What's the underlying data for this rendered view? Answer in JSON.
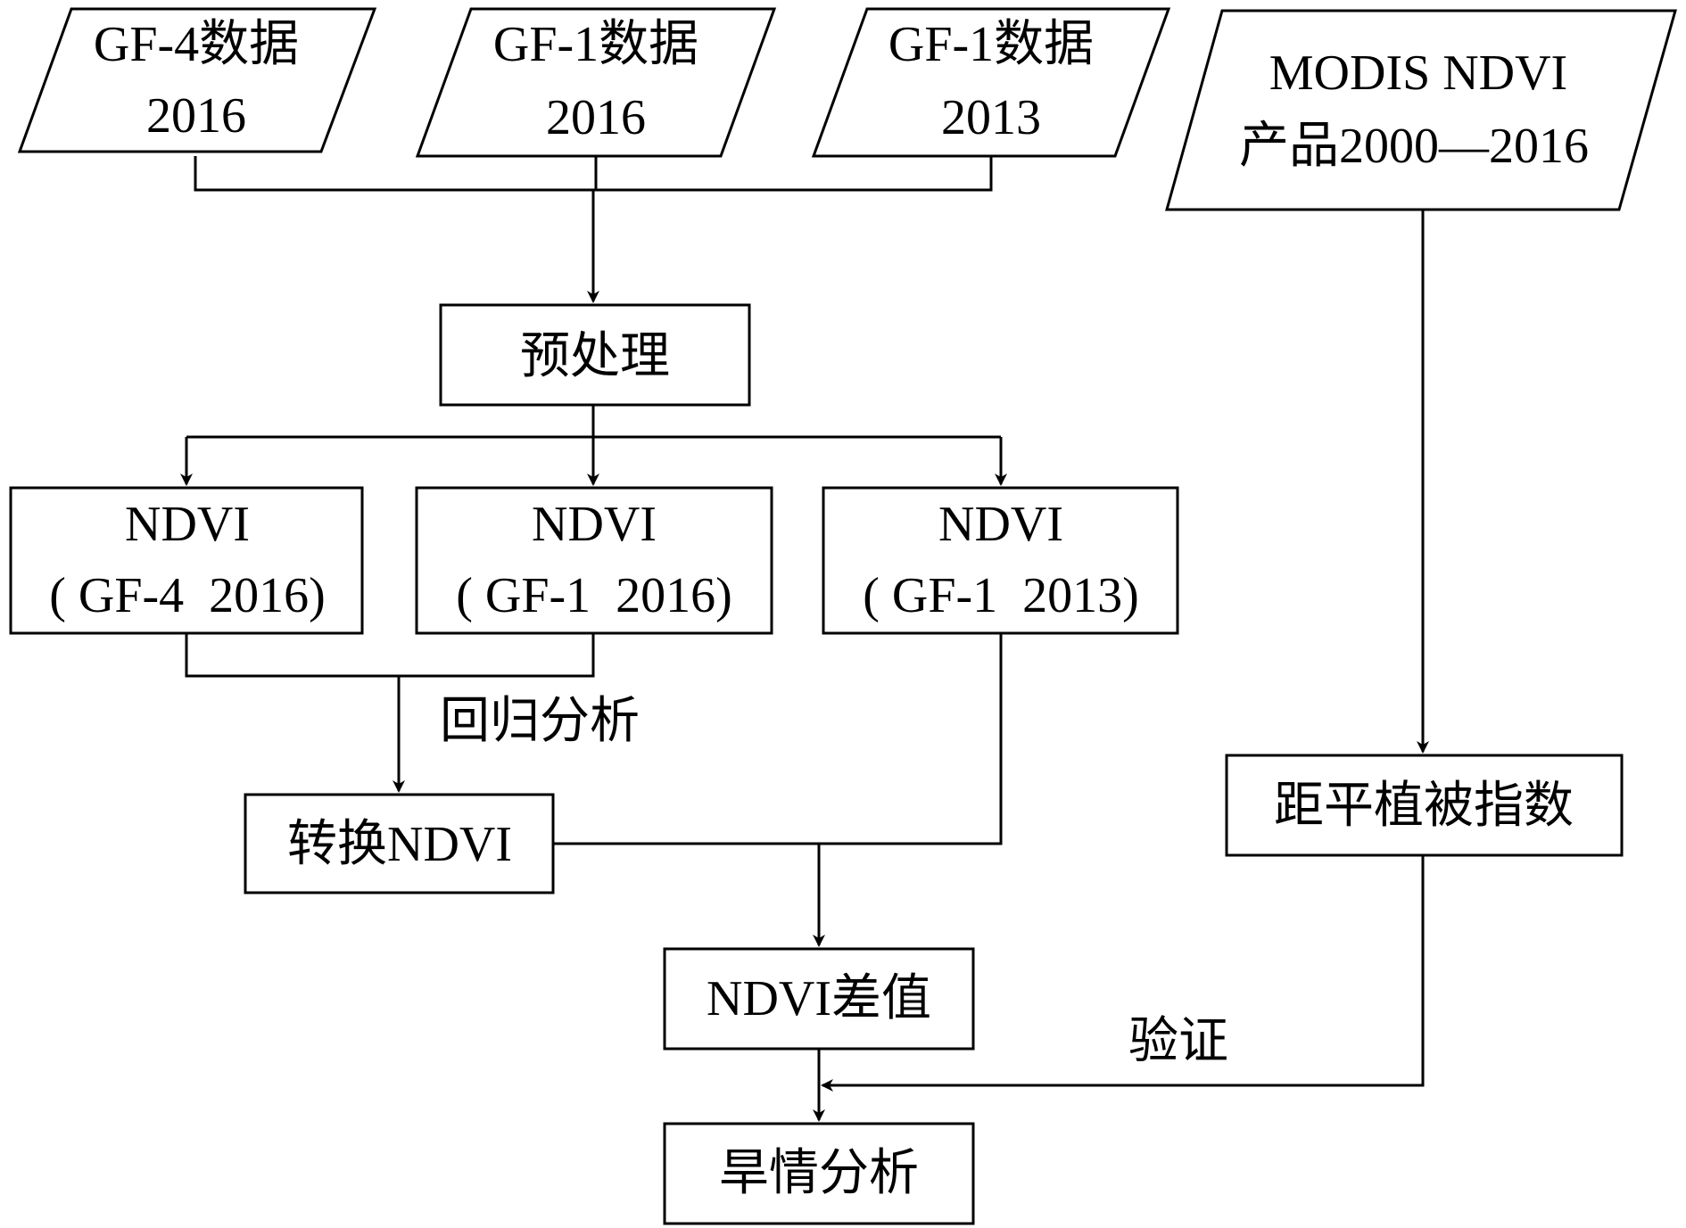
{
  "nodes": {
    "gf4_2016": {
      "lines": [
        "GF-4数据",
        "2016"
      ]
    },
    "gf1_2016": {
      "lines": [
        "GF-1数据",
        "2016"
      ]
    },
    "gf1_2013": {
      "lines": [
        "GF-1数据",
        "2013"
      ]
    },
    "modis": {
      "lines": [
        "MODIS NDVI",
        "产品2000—2016"
      ]
    },
    "preprocess": {
      "lines": [
        "预处理"
      ]
    },
    "ndvi_gf4": {
      "lines": [
        "NDVI",
        "( GF-4  2016)"
      ]
    },
    "ndvi_gf1_2016": {
      "lines": [
        "NDVI",
        "( GF-1  2016)"
      ]
    },
    "ndvi_gf1_2013": {
      "lines": [
        "NDVI",
        "( GF-1  2013)"
      ]
    },
    "convert": {
      "lines": [
        "转换NDVI"
      ]
    },
    "anomaly": {
      "lines": [
        "距平植被指数"
      ]
    },
    "diff": {
      "lines": [
        "NDVI差值"
      ]
    },
    "drought": {
      "lines": [
        "旱情分析"
      ]
    }
  },
  "edge_labels": {
    "regression": "回归分析",
    "validation": "验证"
  }
}
